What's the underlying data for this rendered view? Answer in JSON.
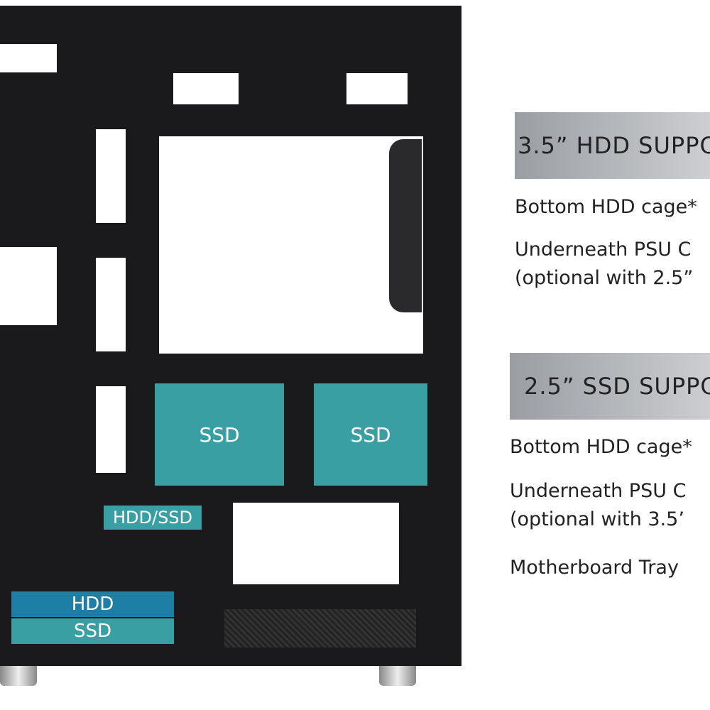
{
  "labels": {
    "ssd_left": "SSD",
    "ssd_right": "SSD",
    "hdd_ssd": "HDD/SSD",
    "hdd_bottom": "HDD",
    "ssd_bottom": "SSD"
  },
  "sections": [
    {
      "title": "3.5” HDD SUPPO",
      "items": [
        "Bottom HDD cage*",
        "Underneath PSU C",
        "(optional with 2.5”"
      ]
    },
    {
      "title": "2.5” SSD SUPPO",
      "items": [
        "Bottom HDD cage*",
        "Underneath PSU C",
        "(optional with 3.5’",
        "Motherboard Tray"
      ]
    }
  ],
  "colors": {
    "teal": "#3a9fa3",
    "blue": "#1d7fa6",
    "case": "#1a1a1c"
  }
}
